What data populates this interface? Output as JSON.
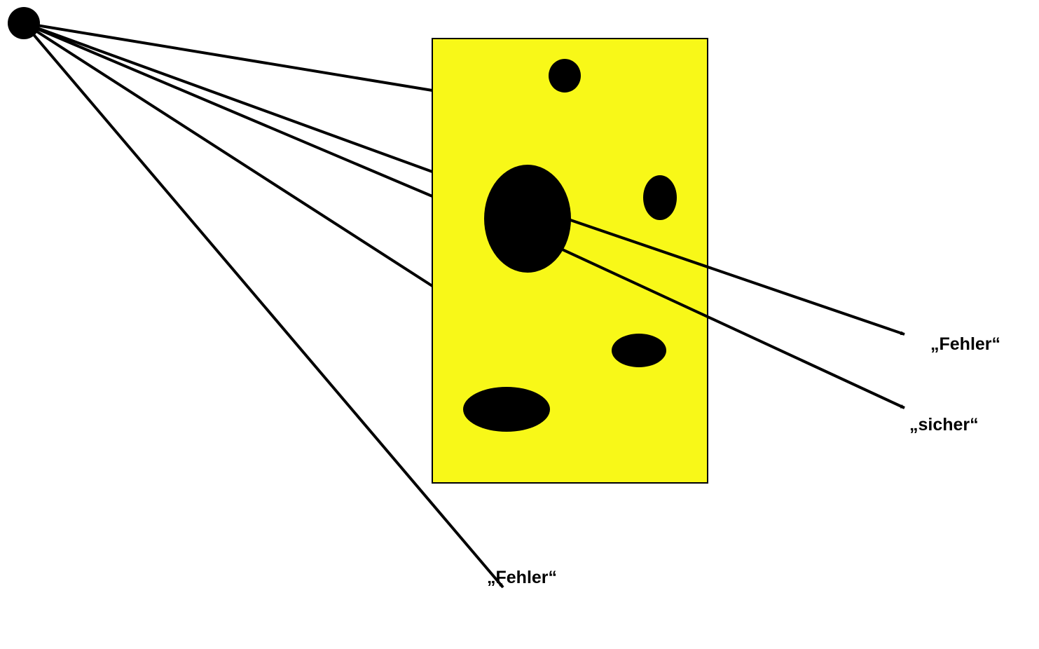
{
  "colors": {
    "cheese_fill": "#f8f818",
    "ink": "#000000",
    "background": "#ffffff"
  },
  "labels": {
    "outcome_top_right": "„Fehler“",
    "outcome_middle_right": "„sicher“",
    "outcome_bottom": "„Fehler“"
  }
}
